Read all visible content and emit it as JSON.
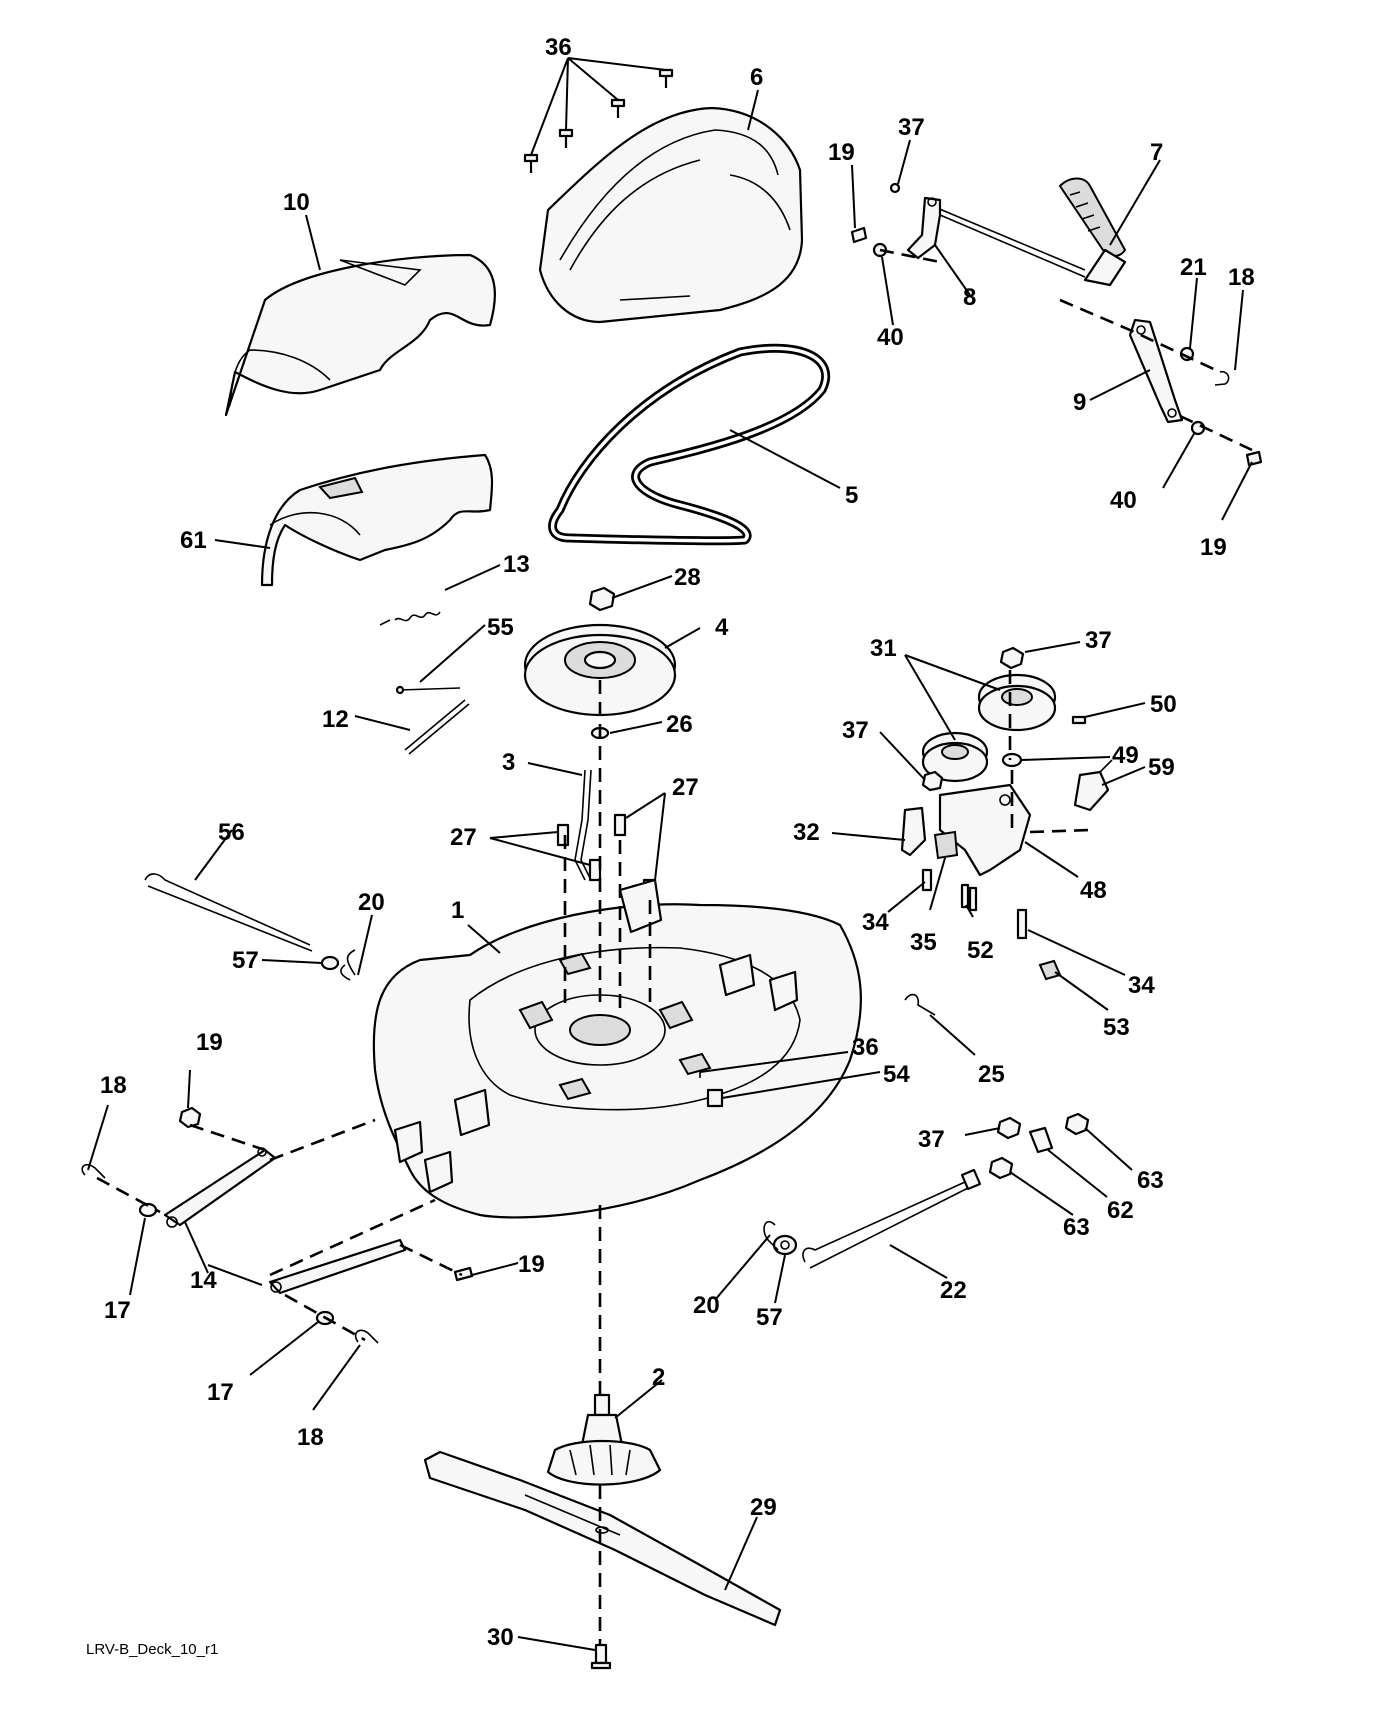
{
  "diagram_code": "LRV-B_Deck_10_r1",
  "callouts": [
    {
      "id": "c36a",
      "label": "36"
    },
    {
      "id": "c6",
      "label": "6"
    },
    {
      "id": "c10",
      "label": "10"
    },
    {
      "id": "c19a",
      "label": "19"
    },
    {
      "id": "c37a",
      "label": "37"
    },
    {
      "id": "c7",
      "label": "7"
    },
    {
      "id": "c8",
      "label": "8"
    },
    {
      "id": "c40a",
      "label": "40"
    },
    {
      "id": "c21",
      "label": "21"
    },
    {
      "id": "c18a",
      "label": "18"
    },
    {
      "id": "c9",
      "label": "9"
    },
    {
      "id": "c40b",
      "label": "40"
    },
    {
      "id": "c19b",
      "label": "19"
    },
    {
      "id": "c5",
      "label": "5"
    },
    {
      "id": "c61",
      "label": "61"
    },
    {
      "id": "c13",
      "label": "13"
    },
    {
      "id": "c28",
      "label": "28"
    },
    {
      "id": "c4",
      "label": "4"
    },
    {
      "id": "c55",
      "label": "55"
    },
    {
      "id": "c12",
      "label": "12"
    },
    {
      "id": "c26",
      "label": "26"
    },
    {
      "id": "c3",
      "label": "3"
    },
    {
      "id": "c27a",
      "label": "27"
    },
    {
      "id": "c27b",
      "label": "27"
    },
    {
      "id": "c37b",
      "label": "37"
    },
    {
      "id": "c31",
      "label": "31"
    },
    {
      "id": "c50",
      "label": "50"
    },
    {
      "id": "c37c",
      "label": "37"
    },
    {
      "id": "c49",
      "label": "49"
    },
    {
      "id": "c59",
      "label": "59"
    },
    {
      "id": "c32",
      "label": "32"
    },
    {
      "id": "c48",
      "label": "48"
    },
    {
      "id": "c34a",
      "label": "34"
    },
    {
      "id": "c35",
      "label": "35"
    },
    {
      "id": "c52",
      "label": "52"
    },
    {
      "id": "c34b",
      "label": "34"
    },
    {
      "id": "c53",
      "label": "53"
    },
    {
      "id": "c56",
      "label": "56"
    },
    {
      "id": "c20a",
      "label": "20"
    },
    {
      "id": "c57a",
      "label": "57"
    },
    {
      "id": "c1",
      "label": "1"
    },
    {
      "id": "c25",
      "label": "25"
    },
    {
      "id": "c36b",
      "label": "36"
    },
    {
      "id": "c54",
      "label": "54"
    },
    {
      "id": "c19c",
      "label": "19"
    },
    {
      "id": "c18b",
      "label": "18"
    },
    {
      "id": "c37d",
      "label": "37"
    },
    {
      "id": "c63a",
      "label": "63"
    },
    {
      "id": "c62",
      "label": "62"
    },
    {
      "id": "c63b",
      "label": "63"
    },
    {
      "id": "c17a",
      "label": "17"
    },
    {
      "id": "c14",
      "label": "14"
    },
    {
      "id": "c19d",
      "label": "19"
    },
    {
      "id": "c22",
      "label": "22"
    },
    {
      "id": "c20b",
      "label": "20"
    },
    {
      "id": "c57b",
      "label": "57"
    },
    {
      "id": "c17b",
      "label": "17"
    },
    {
      "id": "c18c",
      "label": "18"
    },
    {
      "id": "c2",
      "label": "2"
    },
    {
      "id": "c29",
      "label": "29"
    },
    {
      "id": "c30",
      "label": "30"
    }
  ]
}
